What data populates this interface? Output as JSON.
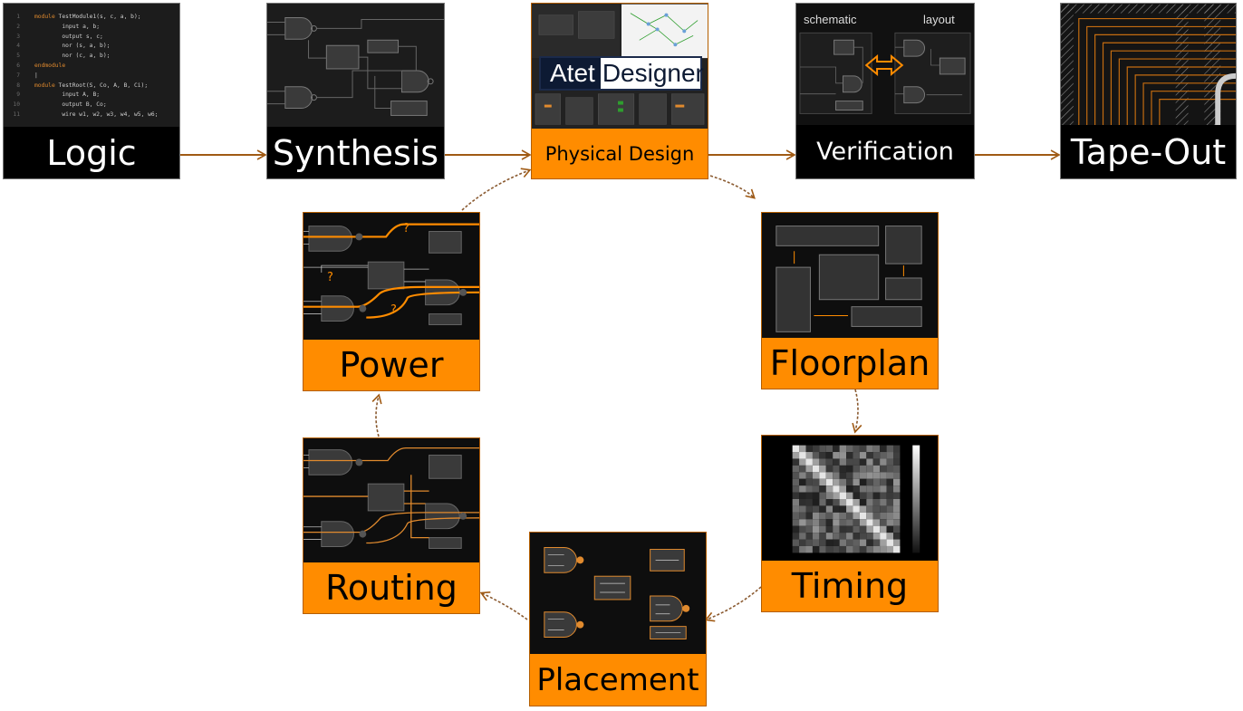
{
  "stages": {
    "logic": "Logic",
    "synthesis": "Synthesis",
    "physical_design": "Physical Design",
    "verification": "Verification",
    "tapeout": "Tape-Out",
    "floorplan": "Floorplan",
    "timing": "Timing",
    "placement": "Placement",
    "routing": "Routing",
    "power": "Power"
  },
  "brand": {
    "part1": "Atet",
    "part2": "Designer"
  },
  "verification_thumb": {
    "left": "schematic",
    "right": "layout"
  },
  "power_marks": [
    "?",
    "?",
    "?"
  ],
  "code_lines": [
    {
      "n": "1",
      "pre": "module",
      "rest": " TestModule1(s, c, a, b);"
    },
    {
      "n": "2",
      "pre": "",
      "rest": "        input a, b;"
    },
    {
      "n": "3",
      "pre": "",
      "rest": "        output s, c;"
    },
    {
      "n": "4",
      "pre": "",
      "rest": "        nor (s, a, b);"
    },
    {
      "n": "5",
      "pre": "",
      "rest": "        nor (c, a, b);"
    },
    {
      "n": "6",
      "pre": "endmodule",
      "rest": ""
    },
    {
      "n": "7",
      "pre": "",
      "rest": "|"
    },
    {
      "n": "8",
      "pre": "module",
      "rest": " TestRoot(S, Co, A, B, Ci);"
    },
    {
      "n": "9",
      "pre": "",
      "rest": "        input A, B;"
    },
    {
      "n": "10",
      "pre": "",
      "rest": "        output B, Co;"
    },
    {
      "n": "11",
      "pre": "",
      "rest": "        wire w1, w2, w3, w4, w5, w6;"
    }
  ],
  "colors": {
    "accent": "#ff8c00",
    "dark": "#000000",
    "arrow": "#a05a14"
  }
}
